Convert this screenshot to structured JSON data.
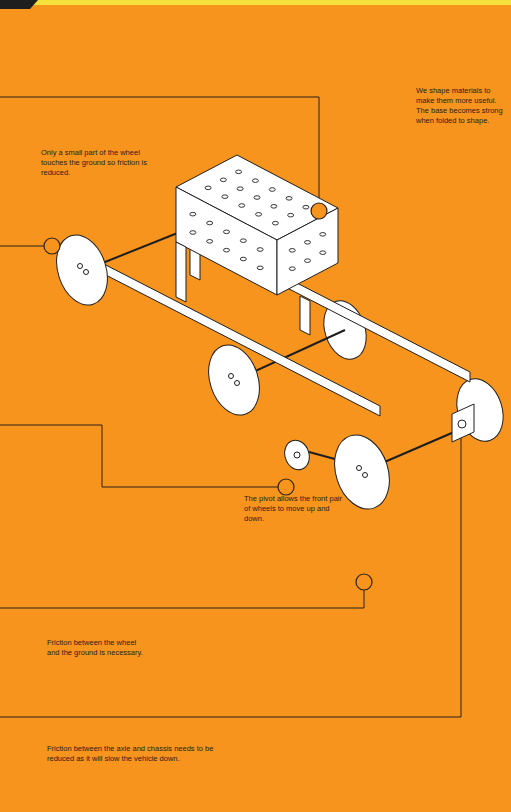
{
  "diagram": {
    "labels": [
      "We shape materials to make them more useful. The base becomes strong when folded to shape.",
      "Only a small part of the wheel touches the ground so friction is reduced.",
      "The pivot allows the front pair of wheels to move up and down.",
      "Friction between the wheel and the ground is necessary.",
      "Friction between the axle and chassis needs to be reduced as it will slow the vehicle down."
    ]
  }
}
